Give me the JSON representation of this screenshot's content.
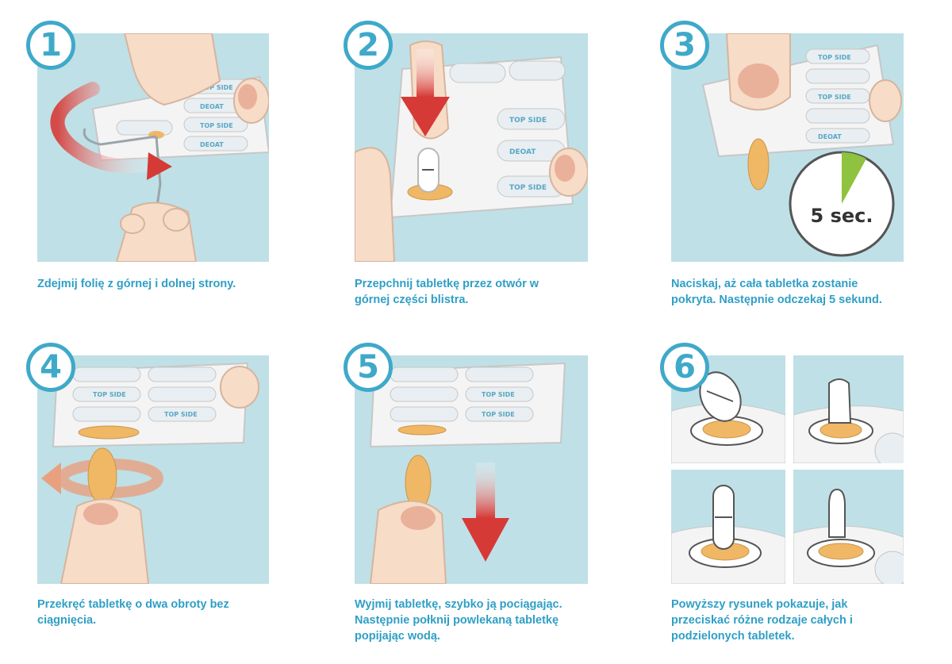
{
  "steps": [
    {
      "number": "1",
      "caption": "Zdejmij folię z górnej i dolnej strony."
    },
    {
      "number": "2",
      "caption": "Przepchnij tabletkę przez otwór w\ngórnej części blistra."
    },
    {
      "number": "3",
      "caption": "Naciskaj, aż cała tabletka zostanie\npokryta. Następnie odczekaj 5 sekund.",
      "timer_label": "5 sec."
    },
    {
      "number": "4",
      "caption": "Przekręć tabletkę o dwa obroty bez\nciągnięcia."
    },
    {
      "number": "5",
      "caption": "Wyjmij tabletkę, szybko ją pociągając.\nNastępnie połknij powlekaną tabletkę\npopijając wodą."
    },
    {
      "number": "6",
      "caption": "Powyższy rysunek pokazuje, jak\nprzeciskać różne rodzaje całych i\npodzielonych tabletek."
    }
  ],
  "blister_text": {
    "line1": "TOP SIDE",
    "line2": "DEOAT"
  },
  "colors": {
    "accent": "#3fa9c9",
    "panel_bg": "#bfe0e6",
    "tablet": "#f0b765",
    "arrow_red": "#d63a36",
    "timer_green": "#8fc23e"
  }
}
